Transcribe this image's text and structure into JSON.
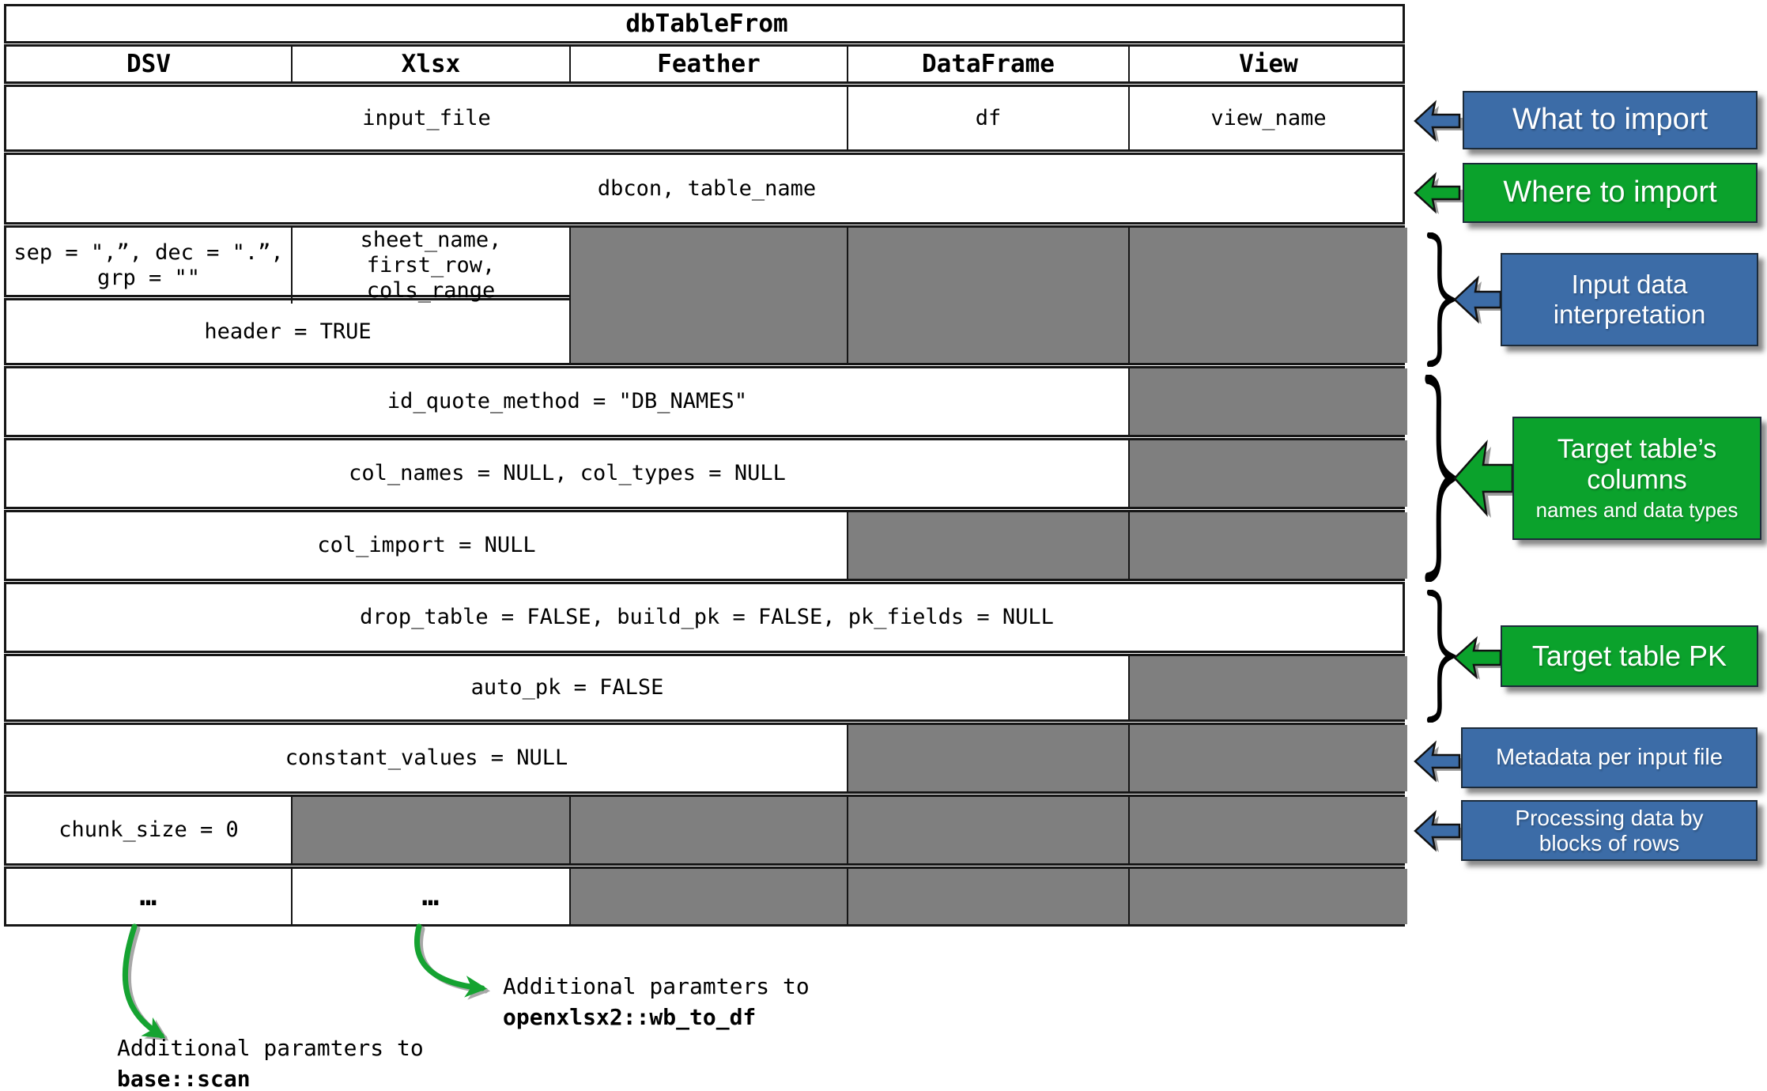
{
  "table": {
    "title": "dbTableFrom",
    "columns": [
      "DSV",
      "Xlsx",
      "Feather",
      "DataFrame",
      "View"
    ],
    "rows": [
      {
        "name": "row-input-file",
        "cells": [
          {
            "text": "input_file",
            "span": 3
          },
          {
            "text": "df",
            "span": 1
          },
          {
            "text": "view_name",
            "span": 1
          }
        ]
      },
      {
        "name": "row-dbcon-table-name",
        "cells": [
          {
            "text": "dbcon, table_name",
            "span": 5
          }
        ]
      },
      {
        "name": "row-sep-sheet",
        "cells": [
          {
            "text": "sep = \",”, dec = \".”,\ngrp = \"\"",
            "span": 1
          },
          {
            "text": "sheet_name, first_row,\ncols_range",
            "span": 1
          },
          {
            "text": "",
            "span": 1,
            "gray": true
          },
          {
            "text": "",
            "span": 1,
            "gray": true
          },
          {
            "text": "",
            "span": 1,
            "gray": true
          }
        ]
      },
      {
        "name": "row-header",
        "cells": [
          {
            "text": "header = TRUE",
            "span": 2
          },
          {
            "text": "",
            "span": 1,
            "gray": true
          },
          {
            "text": "",
            "span": 1,
            "gray": true
          },
          {
            "text": "",
            "span": 1,
            "gray": true
          }
        ]
      },
      {
        "name": "row-id-quote-method",
        "cells": [
          {
            "text": "id_quote_method = \"DB_NAMES\"",
            "span": 4
          },
          {
            "text": "",
            "span": 1,
            "gray": true
          }
        ]
      },
      {
        "name": "row-col-names-types",
        "cells": [
          {
            "text": "col_names = NULL, col_types = NULL",
            "span": 4
          },
          {
            "text": "",
            "span": 1,
            "gray": true
          }
        ]
      },
      {
        "name": "row-col-import",
        "cells": [
          {
            "text": "col_import = NULL",
            "span": 3
          },
          {
            "text": "",
            "span": 1,
            "gray": true
          },
          {
            "text": "",
            "span": 1,
            "gray": true
          }
        ]
      },
      {
        "name": "row-drop-table-pk",
        "cells": [
          {
            "text": "drop_table = FALSE, build_pk = FALSE, pk_fields = NULL",
            "span": 5
          }
        ]
      },
      {
        "name": "row-auto-pk",
        "cells": [
          {
            "text": "auto_pk = FALSE",
            "span": 4
          },
          {
            "text": "",
            "span": 1,
            "gray": true
          }
        ]
      },
      {
        "name": "row-constant-values",
        "cells": [
          {
            "text": "constant_values = NULL",
            "span": 3
          },
          {
            "text": "",
            "span": 1,
            "gray": true
          },
          {
            "text": "",
            "span": 1,
            "gray": true
          }
        ]
      },
      {
        "name": "row-chunk-size",
        "cells": [
          {
            "text": "chunk_size = 0",
            "span": 1
          },
          {
            "text": "",
            "span": 1,
            "gray": true
          },
          {
            "text": "",
            "span": 1,
            "gray": true
          },
          {
            "text": "",
            "span": 1,
            "gray": true
          },
          {
            "text": "",
            "span": 1,
            "gray": true
          }
        ]
      },
      {
        "name": "row-ellipsis",
        "dots": true,
        "cells": [
          {
            "text": "…",
            "span": 1
          },
          {
            "text": "…",
            "span": 1
          },
          {
            "text": "",
            "span": 1,
            "gray": true
          },
          {
            "text": "",
            "span": 1,
            "gray": true
          },
          {
            "text": "",
            "span": 1,
            "gray": true
          }
        ]
      }
    ]
  },
  "annotations": {
    "what_to_import": {
      "label": "What to import"
    },
    "where_to_import": {
      "label": "Where to import"
    },
    "input_data": {
      "line1": "Input data",
      "line2": "interpretation"
    },
    "target_columns": {
      "line1": "Target table’s",
      "line2": "columns",
      "sub": "names and data types"
    },
    "target_pk": {
      "label": "Target table PK"
    },
    "metadata": {
      "label": "Metadata per input file"
    },
    "processing": {
      "line1": "Processing data by",
      "line2": "blocks of rows"
    }
  },
  "footnotes": {
    "dsv": {
      "line1": "Additional paramters to",
      "code": "base::scan"
    },
    "xlsx": {
      "line1": "Additional paramters to",
      "code": "openxlsx2::wb_to_df"
    }
  },
  "colors": {
    "annotation_blue": "#3c6ca7",
    "annotation_green": "#0ba22c",
    "gray_cell": "#7f7f7f",
    "arrow_green": "#15a331",
    "border_black": "#161616"
  }
}
